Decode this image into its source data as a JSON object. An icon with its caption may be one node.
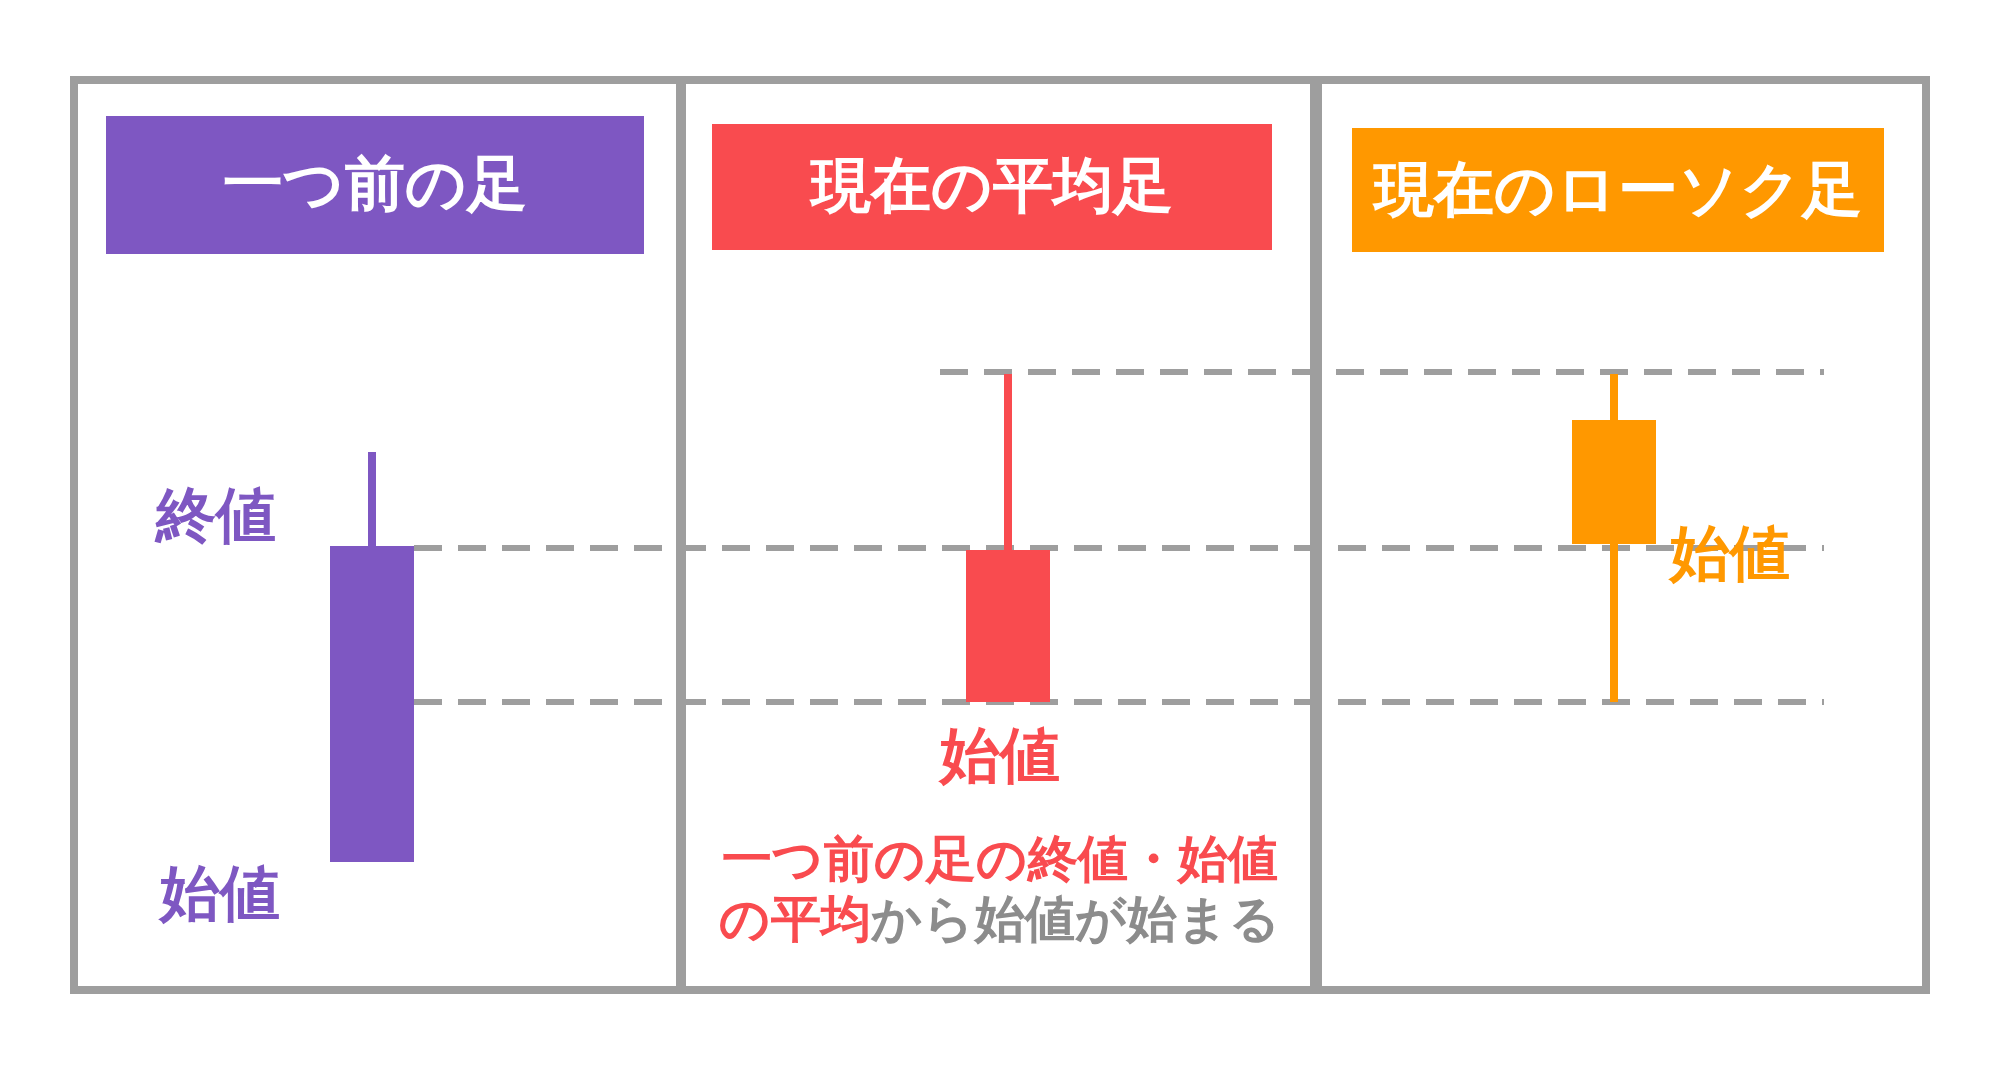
{
  "diagram": {
    "nodes": [
      {
        "text": [],
        "shape": "box"
      },
      {
        "text": [
          "一つ前の足"
        ],
        "in": 0
      },
      {
        "text": [],
        "shape": "bar",
        "in": 0,
        "beside": [
          "終値",
          "始値"
        ]
      },
      {
        "text": [],
        "shape": "box"
      },
      {
        "text": [
          "現在の平均足"
        ],
        "in": 3
      },
      {
        "text": [],
        "shape": "bar",
        "in": 3,
        "beside": [
          "始値"
        ]
      },
      {
        "text": [],
        "shape": "box"
      },
      {
        "text": [
          "現在のローソク足"
        ],
        "in": 6
      },
      {
        "text": [],
        "shape": "bar",
        "in": 6,
        "beside": [
          "始値"
        ]
      }
    ],
    "labels": [
      "**一つ前の足の終値・始値の平均**から始値が始まる"
    ]
  }
}
